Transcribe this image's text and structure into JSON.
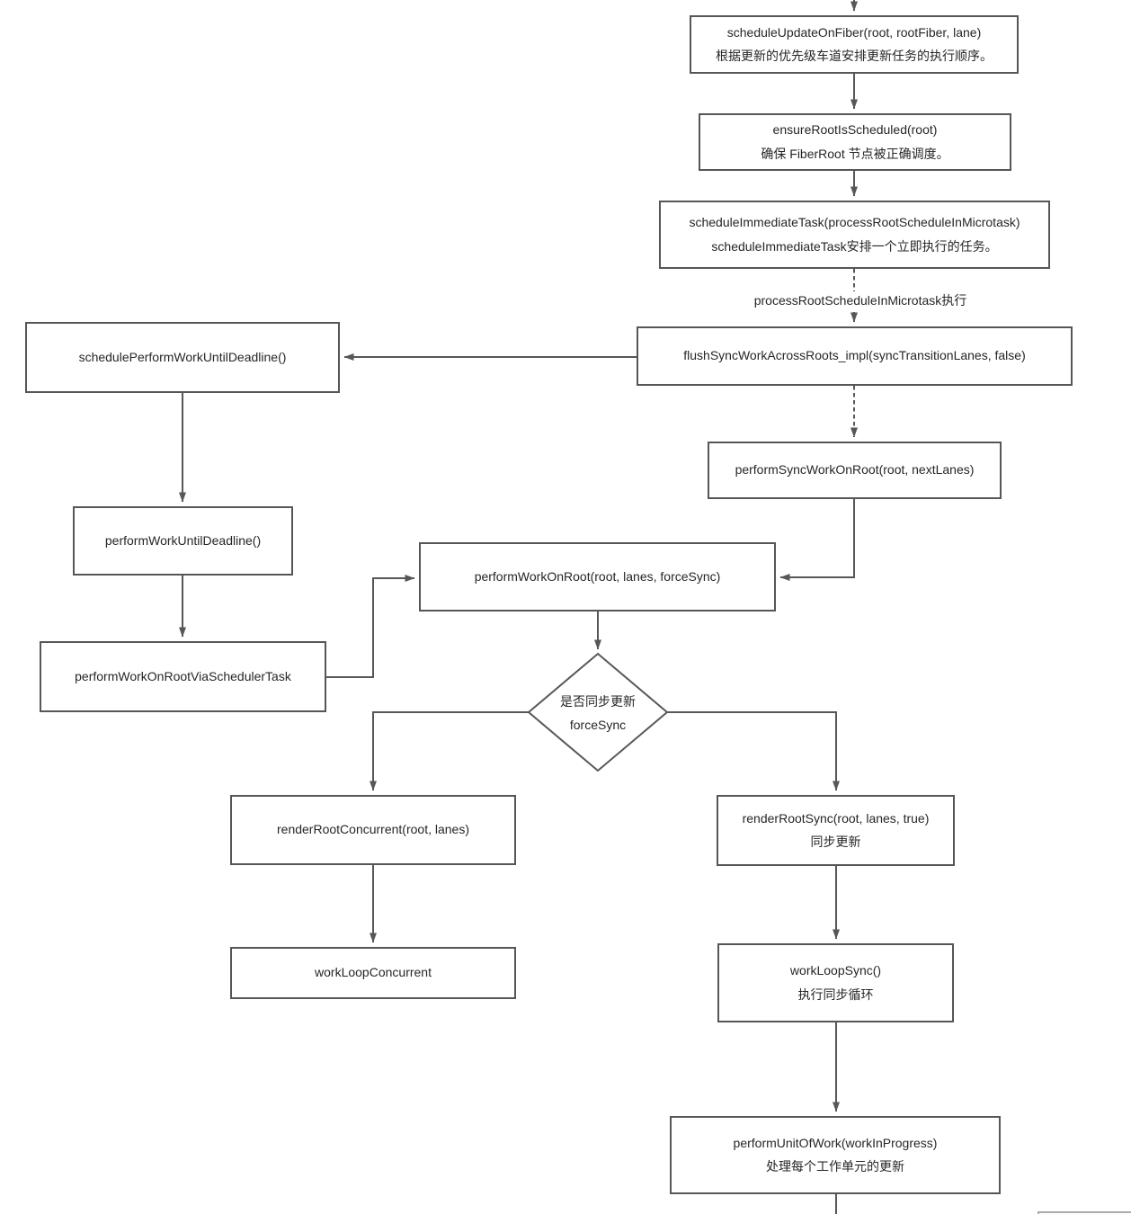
{
  "diagram": {
    "title": "React scheduleUpdateOnFiber flow",
    "colors": {
      "background": "#ffffff",
      "node_border": "#565656",
      "connector": "#575757",
      "text": "#262626",
      "partial_box_border": "#ababab"
    },
    "nodes": {
      "scheduleUpdateOnFiber": {
        "line1": "scheduleUpdateOnFiber(root, rootFiber, lane)",
        "line2": "根据更新的优先级车道安排更新任务的执行顺序。"
      },
      "ensureRootIsScheduled": {
        "line1": "ensureRootIsScheduled(root)",
        "line2": "确保 FiberRoot 节点被正确调度。"
      },
      "scheduleImmediateTask": {
        "line1": "scheduleImmediateTask(processRootScheduleInMicrotask)",
        "line2": "scheduleImmediateTask安排一个立即执行的任务。"
      },
      "flushSyncWork": {
        "line1": "flushSyncWorkAcrossRoots_impl(syncTransitionLanes, false)"
      },
      "schedulePerformWorkUntilDeadline": {
        "line1": "schedulePerformWorkUntilDeadline()"
      },
      "performSyncWorkOnRoot": {
        "line1": "performSyncWorkOnRoot(root, nextLanes)"
      },
      "performWorkUntilDeadline": {
        "line1": "performWorkUntilDeadline()"
      },
      "performWorkOnRoot": {
        "line1": "performWorkOnRoot(root, lanes, forceSync)"
      },
      "performWorkOnRootViaSchedulerTask": {
        "line1": "performWorkOnRootViaSchedulerTask"
      },
      "forceSyncDecision": {
        "line1": "是否同步更新",
        "line2": "forceSync"
      },
      "renderRootConcurrent": {
        "line1": "renderRootConcurrent(root, lanes)"
      },
      "renderRootSync": {
        "line1": "renderRootSync(root, lanes, true)",
        "line2": "同步更新"
      },
      "workLoopConcurrent": {
        "line1": "workLoopConcurrent"
      },
      "workLoopSync": {
        "line1": "workLoopSync()",
        "line2": "执行同步循环"
      },
      "performUnitOfWork": {
        "line1": "performUnitOfWork(workInProgress)",
        "line2": "处理每个工作单元的更新"
      }
    },
    "edge_labels": {
      "microtask_exec": "processRootScheduleInMicrotask执行"
    }
  }
}
